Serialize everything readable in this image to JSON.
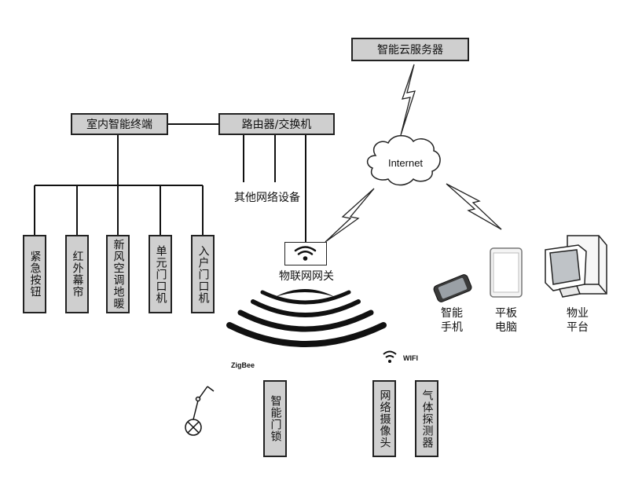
{
  "nodes": {
    "cloud_server": "智能云服务器",
    "indoor_terminal": "室内智能终端",
    "router": "路由器/交换机",
    "other_devices": "其他网络设备",
    "internet": "Internet",
    "iot_gateway": "物联网网关",
    "smartphone": "智能\n手机",
    "tablet": "平板\n电脑",
    "property_platform": "物业\n平台",
    "zigbee": "ZigBee",
    "wifi": "WIFI"
  },
  "terminal_devices": [
    "紧急按钮",
    "红外幕帘",
    "新风空调地暖",
    "单元门口机",
    "入户门口机"
  ],
  "zigbee_devices": [
    "智能门锁"
  ],
  "wifi_devices": [
    "网络摄像头",
    "气体探测器"
  ],
  "icons": {
    "gateway": "wifi-icon",
    "wifi": "wifi-icon",
    "phone": "smartphone-icon",
    "tablet": "tablet-icon",
    "computer": "desktop-computer-icon",
    "light": "light-bulb-icon",
    "switch": "switch-icon"
  }
}
